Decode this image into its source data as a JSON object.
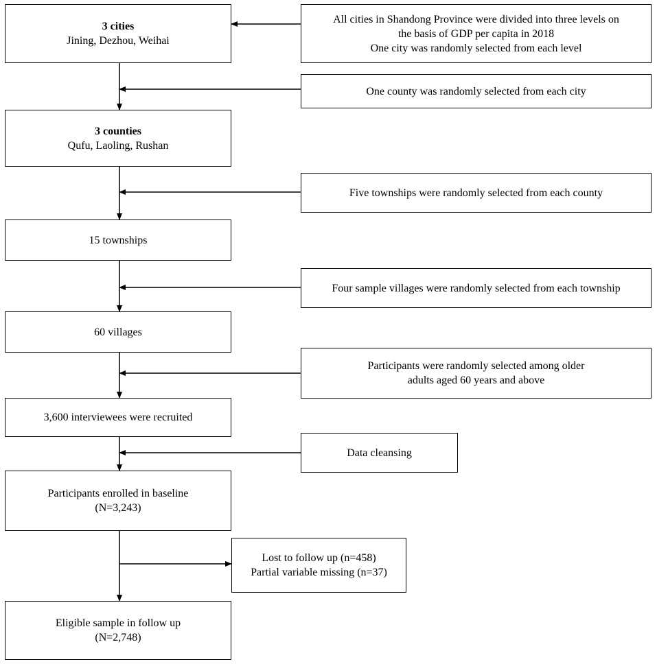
{
  "main_boxes": [
    {
      "title": "3 cities",
      "lines": [
        "Jining, Dezhou, Weihai"
      ]
    },
    {
      "title": "3 counties",
      "lines": [
        "Qufu, Laoling, Rushan"
      ]
    },
    {
      "title": "",
      "lines": [
        "15 townships"
      ]
    },
    {
      "title": "",
      "lines": [
        "60 villages"
      ]
    },
    {
      "title": "",
      "lines": [
        "3,600 interviewees were recruited"
      ]
    },
    {
      "title": "",
      "lines": [
        "Participants enrolled in baseline",
        "(N=3,243)"
      ]
    },
    {
      "title": "",
      "lines": [
        "Eligible sample in follow up",
        "(N=2,748)"
      ]
    }
  ],
  "side_boxes": [
    {
      "lines": [
        "All cities in Shandong Province were divided into three levels on",
        "the basis of GDP per capita in 2018",
        "One city was randomly selected from each level"
      ]
    },
    {
      "lines": [
        "One county was randomly selected from each city"
      ]
    },
    {
      "lines": [
        "Five townships were randomly selected from each county"
      ]
    },
    {
      "lines": [
        "Four sample villages were randomly selected from each township"
      ]
    },
    {
      "lines": [
        "Participants were randomly selected among older",
        "adults aged 60 years and above"
      ]
    },
    {
      "lines": [
        "Data cleansing"
      ]
    },
    {
      "lines": [
        "Lost to follow up (n=458)",
        "Partial variable missing (n=37)"
      ]
    }
  ]
}
